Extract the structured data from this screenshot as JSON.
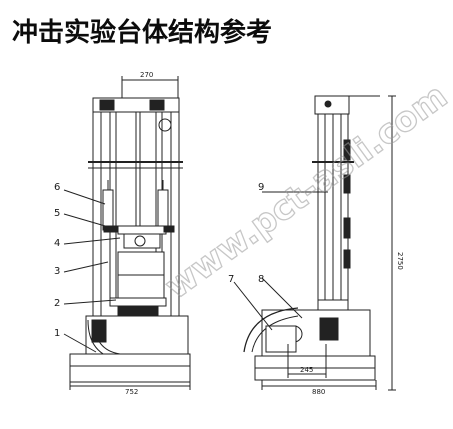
{
  "title": "冲击实验台体结构参考",
  "watermark": "www.pct-asli.com",
  "front_view": {
    "part_numbers": [
      "1",
      "2",
      "3",
      "4",
      "5",
      "6"
    ],
    "dimensions": {
      "top_width": "270",
      "base_width": "752"
    }
  },
  "side_view": {
    "part_numbers": [
      "7",
      "8",
      "9"
    ],
    "dimensions": {
      "height": "2750",
      "span_inner": "245",
      "span_outer": "880"
    }
  }
}
